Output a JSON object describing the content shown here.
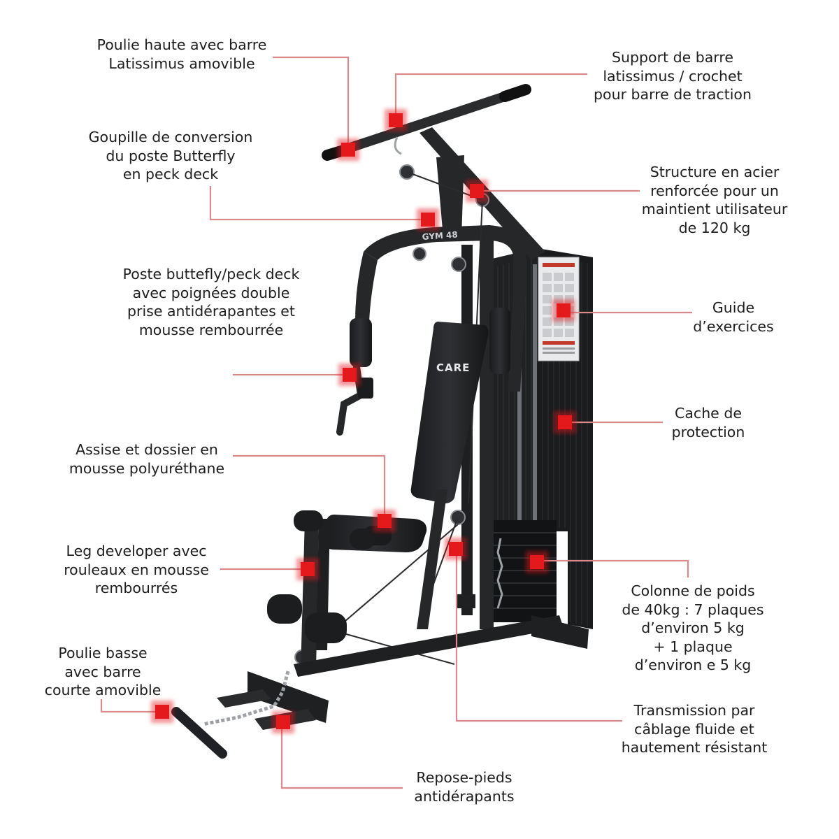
{
  "brand": {
    "model": "GYM 48",
    "logo": "CARE",
    "line_color": "#d98a8a",
    "marker_color": "#e3191b",
    "frame_color": "#252729"
  },
  "callouts": [
    {
      "id": "high-pulley",
      "lines": [
        "Poulie haute avec barre",
        "Latissimus amovible"
      ]
    },
    {
      "id": "lat-bar-support",
      "lines": [
        "Support de barre",
        "latissimus / crochet",
        "pour barre de traction"
      ]
    },
    {
      "id": "conversion-pin",
      "lines": [
        "Goupille de conversion",
        "du poste Butterfly",
        "en peck deck"
      ]
    },
    {
      "id": "steel-frame",
      "lines": [
        "Structure en acier",
        "renforcée pour un",
        "maintient utilisateur",
        "de 120 kg"
      ]
    },
    {
      "id": "butterfly-station",
      "lines": [
        "Poste buttefly/peck deck",
        "avec poignées double",
        "prise antidérapantes et",
        "mousse rembourrée"
      ]
    },
    {
      "id": "exercise-guide",
      "lines": [
        "Guide",
        "d’exercices"
      ]
    },
    {
      "id": "protection-cover",
      "lines": [
        "Cache de",
        "protection"
      ]
    },
    {
      "id": "seat-backrest",
      "lines": [
        "Assise et dossier en",
        "mousse polyuréthane"
      ]
    },
    {
      "id": "leg-developer",
      "lines": [
        "Leg developer avec",
        "rouleaux en mousse",
        "rembourrés"
      ]
    },
    {
      "id": "weight-stack",
      "lines": [
        "Colonne de poids",
        "de 40kg : 7 plaques",
        "d’environ 5 kg",
        "+ 1 plaque",
        "d’environ e 5 kg"
      ]
    },
    {
      "id": "low-pulley",
      "lines": [
        "Poulie basse",
        "avec barre",
        "courte amovible"
      ]
    },
    {
      "id": "cable-transmission",
      "lines": [
        "Transmission par",
        "câblage fluide et",
        "hautement résistant"
      ]
    },
    {
      "id": "footrests",
      "lines": [
        "Repose-pieds",
        "antidérapants"
      ]
    }
  ]
}
